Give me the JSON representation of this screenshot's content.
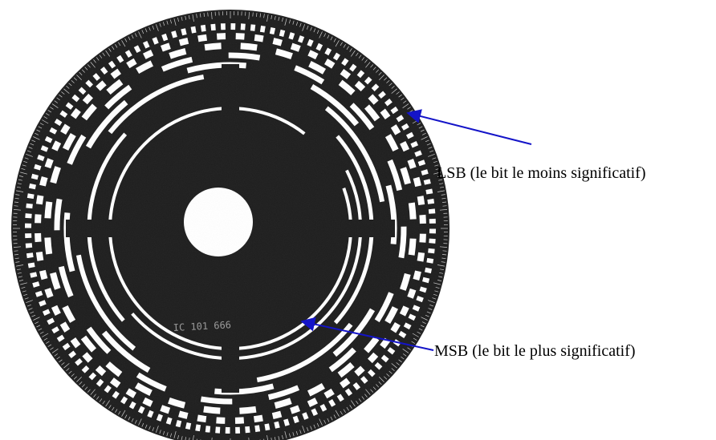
{
  "labels": {
    "lsb": "LSB (le bit le moins significatif)",
    "msb": "MSB (le bit le plus significatif)"
  },
  "disc_imprint": "IC 101 666",
  "colors": {
    "disc": "#1e1e1e",
    "slots": "#ffffff",
    "arrow": "#1414c8",
    "text": "#000000"
  }
}
